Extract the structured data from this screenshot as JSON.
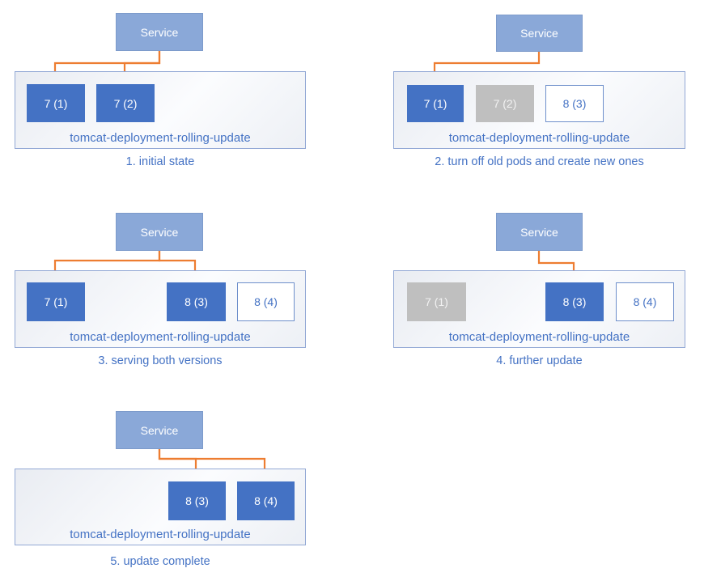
{
  "colors": {
    "pod_active_fill": "#4472C4",
    "pod_old_fill": "#BFBFBF",
    "pod_new_border": "#4472C4",
    "service_fill": "#8AA8D8",
    "arrow": "#ED7D31",
    "text_blue": "#4472C4"
  },
  "panels": [
    {
      "caption": "1. initial state",
      "service_label": "Service",
      "deployment_label": "tomcat-deployment-rolling-update",
      "service_routes_to": [
        "7 (1)",
        "7 (2)"
      ],
      "pods": [
        {
          "label": "7 (1)",
          "state": "active"
        },
        {
          "label": "7 (2)",
          "state": "active"
        }
      ]
    },
    {
      "caption": "2. turn off old pods and create new ones",
      "service_label": "Service",
      "deployment_label": "tomcat-deployment-rolling-update",
      "service_routes_to": [
        "7 (1)"
      ],
      "pods": [
        {
          "label": "7 (1)",
          "state": "active"
        },
        {
          "label": "7 (2)",
          "state": "old"
        },
        {
          "label": "8 (3)",
          "state": "new"
        }
      ]
    },
    {
      "caption": "3. serving both versions",
      "service_label": "Service",
      "deployment_label": "tomcat-deployment-rolling-update",
      "service_routes_to": [
        "7 (1)",
        "8 (3)"
      ],
      "pods": [
        {
          "label": "7 (1)",
          "state": "active"
        },
        {
          "label": "8 (3)",
          "state": "active"
        },
        {
          "label": "8 (4)",
          "state": "new"
        }
      ]
    },
    {
      "caption": "4. further update",
      "service_label": "Service",
      "deployment_label": "tomcat-deployment-rolling-update",
      "service_routes_to": [
        "8 (3)"
      ],
      "pods": [
        {
          "label": "7 (1)",
          "state": "old"
        },
        {
          "label": "8 (3)",
          "state": "active"
        },
        {
          "label": "8 (4)",
          "state": "new"
        }
      ]
    },
    {
      "caption": "5. update complete",
      "service_label": "Service",
      "deployment_label": "tomcat-deployment-rolling-update",
      "service_routes_to": [
        "8 (3)",
        "8 (4)"
      ],
      "pods": [
        {
          "label": "8 (3)",
          "state": "active"
        },
        {
          "label": "8 (4)",
          "state": "active"
        }
      ]
    }
  ]
}
